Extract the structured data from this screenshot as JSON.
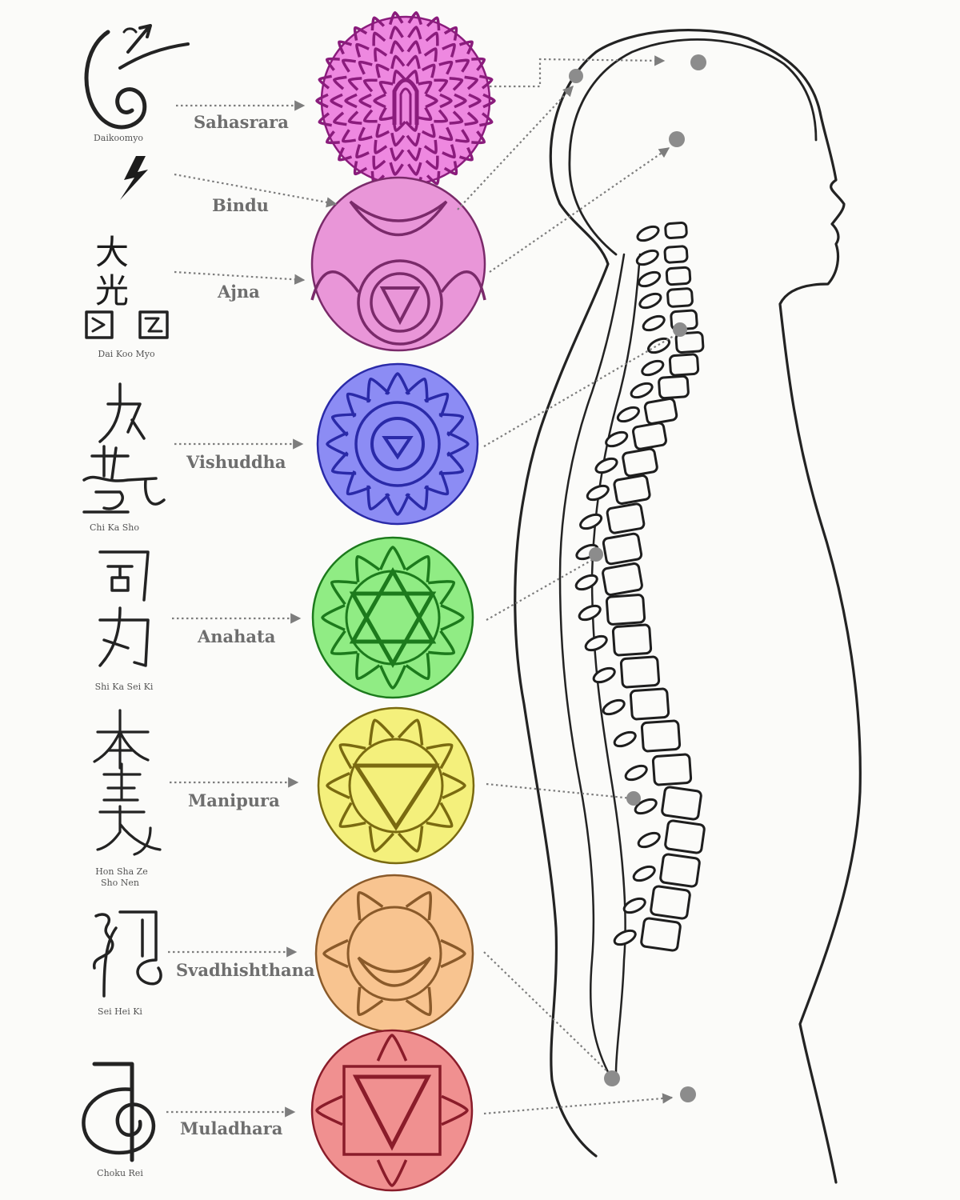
{
  "chakras": [
    {
      "id": "sahasrara",
      "label": "Sahasrara",
      "color": "#ee88e0",
      "stroke": "#8a1c7c",
      "symbol_caption": "Daikoomyo",
      "symbol_text": ""
    },
    {
      "id": "bindu",
      "label": "Bindu",
      "color": "#e996d8",
      "stroke": "#7a2a6a",
      "symbol_caption": "",
      "symbol_text": ""
    },
    {
      "id": "ajna",
      "label": "Ajna",
      "color": "#e996d8",
      "stroke": "#7a2a6a",
      "symbol_caption": "Dai Koo Myo",
      "symbol_text": "大光"
    },
    {
      "id": "vishuddha",
      "label": "Vishuddha",
      "color": "#8c8cf4",
      "stroke": "#2a2aa8",
      "symbol_caption": "Chi Ka Sho",
      "symbol_text": "大"
    },
    {
      "id": "anahata",
      "label": "Anahata",
      "color": "#90ec84",
      "stroke": "#1c7a1c",
      "symbol_caption": "Shi Ka Sei Ki",
      "symbol_text": "司"
    },
    {
      "id": "manipura",
      "label": "Manipura",
      "color": "#f4f07c",
      "stroke": "#7a6a10",
      "symbol_caption": "Hon Sha Ze Sho Nen",
      "symbol_text": "本"
    },
    {
      "id": "svadhishthana",
      "label": "Svadhishthana",
      "color": "#f8c490",
      "stroke": "#8a5a2a",
      "symbol_caption": "Sei Hei Ki",
      "symbol_text": ""
    },
    {
      "id": "muladhara",
      "label": "Muladhara",
      "color": "#f09090",
      "stroke": "#8a1c2a",
      "symbol_caption": "Choku Rei",
      "symbol_text": ""
    }
  ],
  "extra_caption": "Sho Nen",
  "icons": [
    "reiki-symbol-icons",
    "chakra-mandala-icons",
    "human-silhouette-with-spine"
  ]
}
